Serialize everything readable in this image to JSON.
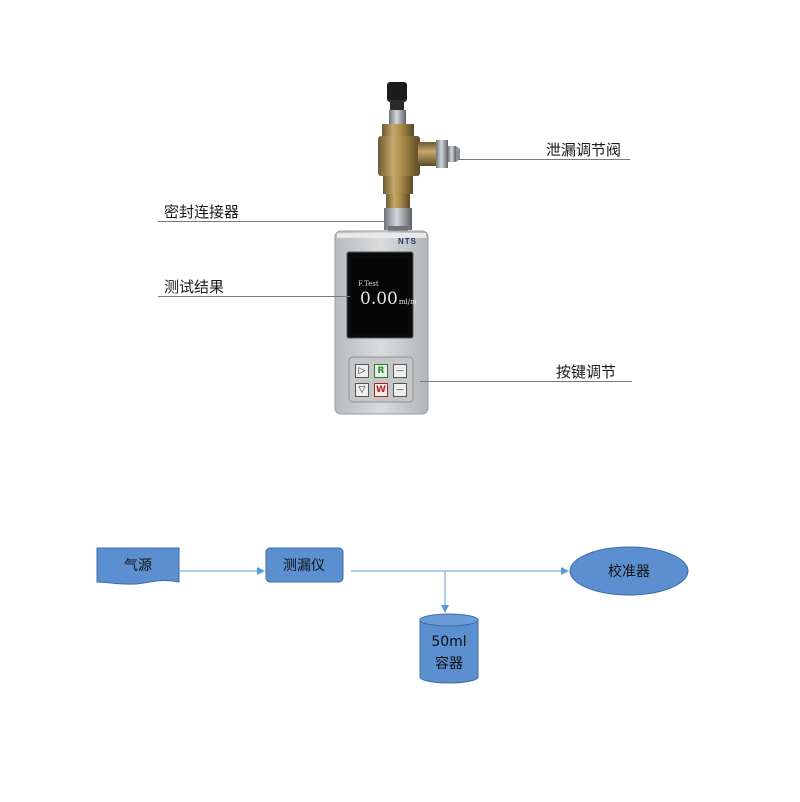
{
  "device": {
    "brand_logo": "NTS",
    "screen_mode": "F.Test",
    "screen_value": "0.00",
    "screen_unit": "ml/m",
    "keys": [
      "▷",
      "R",
      "—",
      "▽",
      "W",
      "—"
    ]
  },
  "callouts": {
    "leak_valve": "泄漏调节阀",
    "seal_connector": "密封连接器",
    "test_result": "测试结果",
    "key_adjust": "按键调节"
  },
  "flow": {
    "gas_source": "气源",
    "leak_tester": "测漏仪",
    "calibrator": "校准器",
    "container_line1": "50ml",
    "container_line2": "容器"
  },
  "colors": {
    "box_fill": "#5b8fcf",
    "box_stroke": "#3c6ca8",
    "arrow": "#5b9bd5",
    "leader": "#7a7a7a"
  }
}
